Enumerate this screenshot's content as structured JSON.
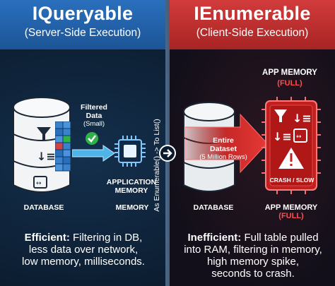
{
  "left": {
    "title": "IQueryable",
    "subtitle": "(Server-Side Execution)",
    "filtered_label": "Filtered",
    "filtered_label2": "Data",
    "filtered_size": "(Small)",
    "database_label": "DATABASE",
    "app_memory_label1": "APPLICATION",
    "app_memory_label2": "MEMORY",
    "memory_label": "MEMORY",
    "caption_bold": "Efficient:",
    "caption_line1": " Filtering in DB,",
    "caption_line2": "less data over network,",
    "caption_line3": "low memory, milliseconds."
  },
  "middle": {
    "rotated_text": "As Enumerable() -> To List()"
  },
  "right": {
    "title": "IEnumerable",
    "subtitle": "(Client-Side Execution)",
    "app_memory_top": "APP MEMORY",
    "app_memory_full": "(FULL)",
    "entire_label": "Entire",
    "dataset_label": "Dataset",
    "rows_label": "(5 Million Rows)",
    "crash_label": "CRASH / SLOW",
    "database_label": "DATABASE",
    "app_memory_bottom1": "APP MEMORY",
    "app_memory_bottom2": "(FULL)",
    "caption_bold": "Inefficient:",
    "caption_line1": " Full table pulled",
    "caption_line2": "into RAM, filtering in memory,",
    "caption_line3": "high memory spike,",
    "caption_line4": "seconds to crash."
  },
  "colors": {
    "left_accent": "#2a6fbd",
    "right_accent": "#d23b3b",
    "success": "#2fb24a",
    "warning": "#ffd23a"
  }
}
